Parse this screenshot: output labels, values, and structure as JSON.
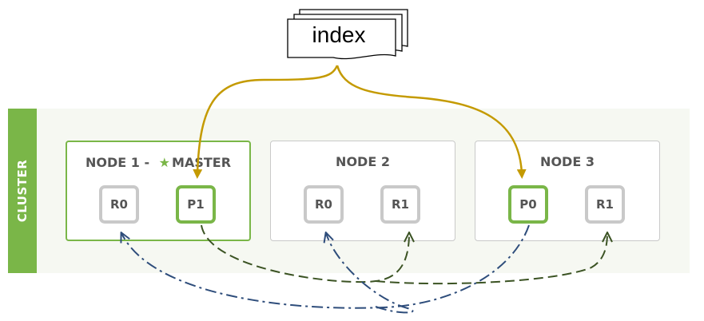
{
  "document": {
    "label": "index"
  },
  "cluster": {
    "label": "CLUSTER"
  },
  "nodes": [
    {
      "title": "NODE 1 - ",
      "master_label": "MASTER",
      "shards": [
        "R0",
        "P1"
      ]
    },
    {
      "title": "NODE 2",
      "shards": [
        "R0",
        "R1"
      ]
    },
    {
      "title": "NODE 3",
      "shards": [
        "P0",
        "R1"
      ]
    }
  ],
  "colors": {
    "cluster_green": "#7ab648",
    "replica_border": "#c9c9c9",
    "index_arrows": "#c49a00",
    "p1_replication": "#3b5323",
    "p0_replication": "#2e4d7b"
  }
}
